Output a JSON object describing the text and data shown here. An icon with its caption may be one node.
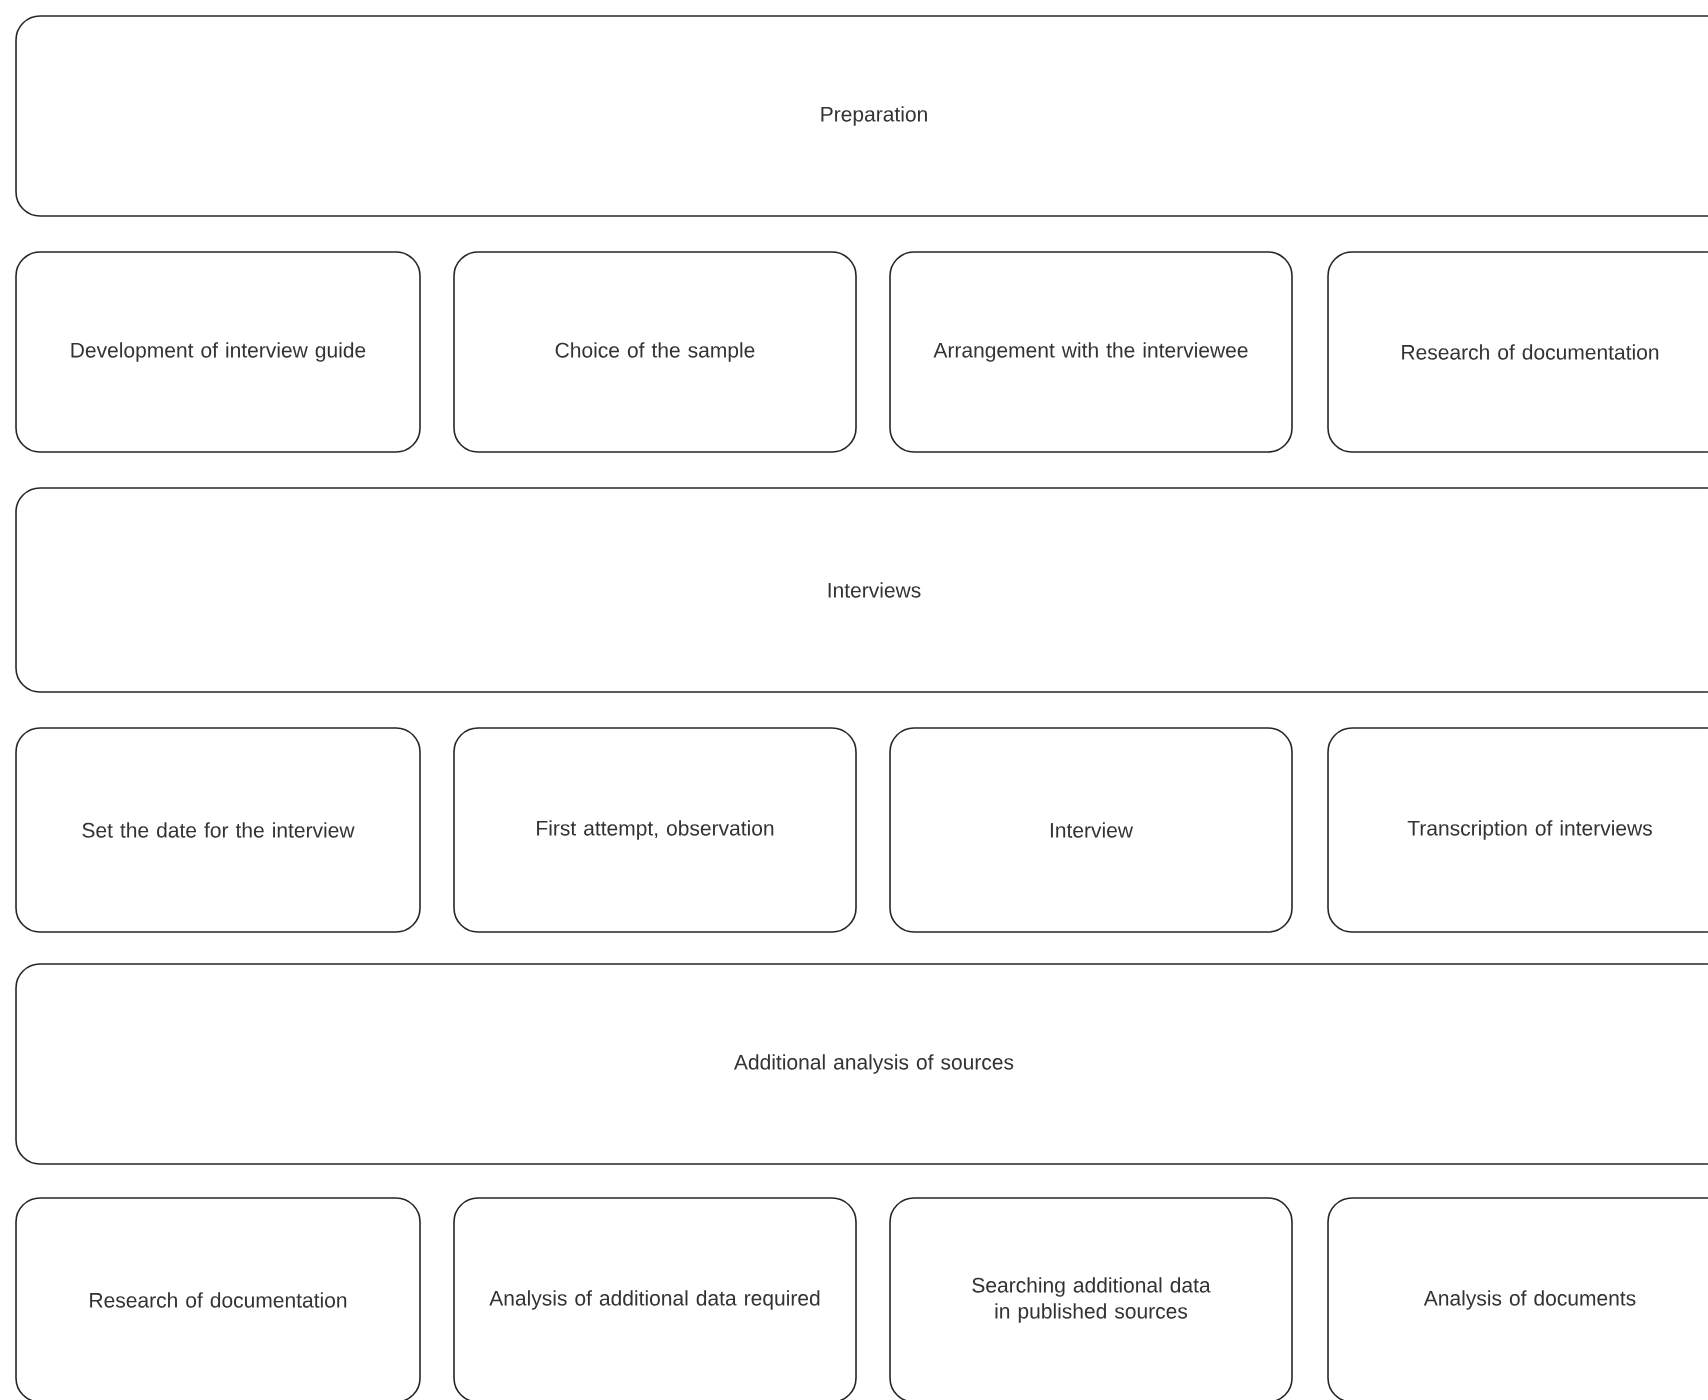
{
  "diagram": {
    "nodes": [
      {
        "text": [
          "Preparation"
        ]
      },
      {
        "text": [
          "Development of interview guide"
        ]
      },
      {
        "text": [
          "Choice of the sample"
        ]
      },
      {
        "text": [
          "Arrangement with the interviewee"
        ]
      },
      {
        "text": [
          "Research of documentation"
        ]
      },
      {
        "text": [
          "Interviews"
        ]
      },
      {
        "text": [
          "Set the date for the interview"
        ]
      },
      {
        "text": [
          "First attempt, observation"
        ]
      },
      {
        "text": [
          "Interview"
        ]
      },
      {
        "text": [
          "Transcription of interviews"
        ]
      },
      {
        "text": [
          "Additional analysis of sources"
        ]
      },
      {
        "text": [
          "Research of documentation"
        ]
      },
      {
        "text": [
          "Analysis of additional data required"
        ]
      },
      {
        "text": [
          "Searching additional data in published sources"
        ]
      },
      {
        "text": [
          "Analysis of documents"
        ]
      }
    ]
  }
}
